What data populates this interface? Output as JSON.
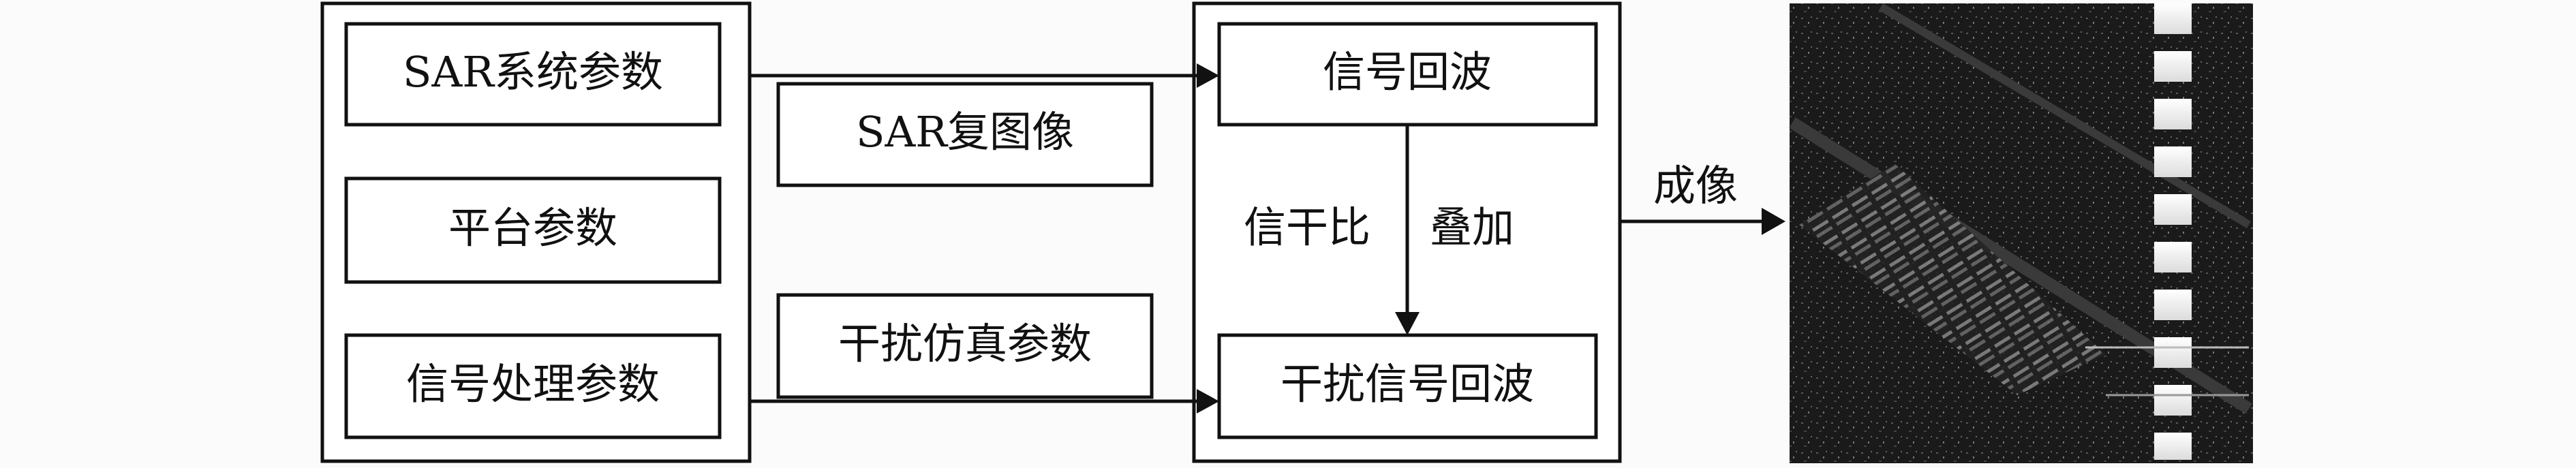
{
  "left_group": {
    "boxes": [
      "SAR系统参数",
      "平台参数",
      "信号处理参数"
    ]
  },
  "middle_inputs": {
    "sar_image": "SAR复图像",
    "jamming_params": "干扰仿真参数"
  },
  "right_group": {
    "echo": "信号回波",
    "jam_echo": "干扰信号回波",
    "sir_label": "信干比",
    "overlay_label": "叠加"
  },
  "output": {
    "imaging_label": "成像",
    "image": "sar-jammed-image"
  }
}
